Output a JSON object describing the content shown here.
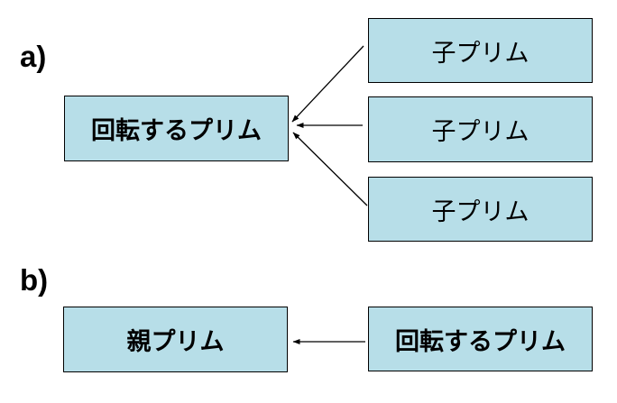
{
  "colors": {
    "background": "#ffffff",
    "box_fill": "#b7dee8",
    "box_border": "#000000",
    "arrow": "#000000",
    "text": "#000000"
  },
  "section_a": {
    "label": "a)",
    "rotating_box": {
      "text": "回転するプリム"
    },
    "child_boxes": [
      {
        "text": "子プリム"
      },
      {
        "text": "子プリム"
      },
      {
        "text": "子プリム"
      }
    ],
    "connections": [
      {
        "from": "child-prim-1",
        "to": "rotating-prim",
        "direction": "left"
      },
      {
        "from": "child-prim-2",
        "to": "rotating-prim",
        "direction": "left"
      },
      {
        "from": "child-prim-3",
        "to": "rotating-prim",
        "direction": "left"
      }
    ]
  },
  "section_b": {
    "label": "b)",
    "parent_box": {
      "text": "親プリム"
    },
    "rotating_box": {
      "text": "回転するプリム"
    },
    "connections": [
      {
        "from": "rotating-prim",
        "to": "parent-prim",
        "direction": "left"
      }
    ]
  }
}
